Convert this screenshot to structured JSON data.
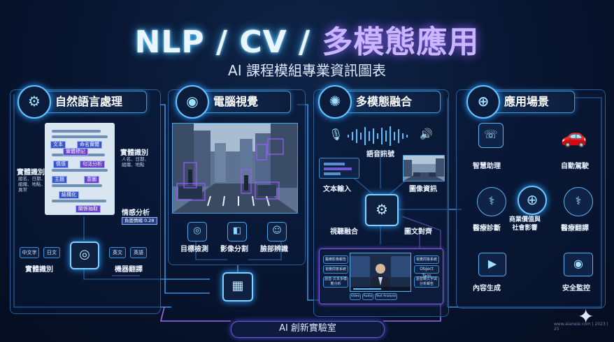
{
  "header": {
    "title_en": "NLP / CV / ",
    "title_cn": "多模態應用",
    "subtitle": "AI 課程模組專業資訊圖表"
  },
  "sections": {
    "nlp": {
      "title": "自然語言處理",
      "tags": [
        "文本",
        "命名實體",
        "實體標記",
        "情感",
        "句法分析",
        "主題",
        "意圖",
        "結構化",
        "關係抽取"
      ],
      "entity_right_title": "實體識別",
      "entity_right_desc": "人名、日期、\n組織、地點",
      "entity_left_title": "實體識別",
      "entity_left_desc": "組名、日期、\n組織、地點、\n異常",
      "sentiment_title": "情感分析",
      "sentiment_badge": "負面情緒 0.28",
      "bottom_left_a": "中文字",
      "bottom_left_b": "日文",
      "bottom_right_a": "英文",
      "bottom_right_b": "英語",
      "label_entity": "實體識別",
      "label_translate": "機器翻譯"
    },
    "cv": {
      "title": "電腦視覺",
      "labels": [
        "目標檢測",
        "影像分割",
        "臉部辨識"
      ]
    },
    "mm": {
      "title": "多模態融合",
      "voice_label": "語音訊號",
      "text_label": "文本輸入",
      "image_label": "圖像資訊",
      "av_label": "視聽融合",
      "it_label": "圖文對齊",
      "video_left": [
        "醫療影像報告",
        "視覺問答系統",
        "語音-文本多模態分析"
      ],
      "video_right": [
        "視覺問答系統",
        "Object Tags",
        "語音轉文字與分析報告"
      ],
      "video_bottom": [
        "Video",
        "Audio",
        "Text Analysis"
      ]
    },
    "apps": {
      "title": "應用場景",
      "items": [
        "智慧助理",
        "自動駕駛",
        "醫療診斷",
        "商業價值與\n社會影響",
        "醫療翻譯",
        "內容生成",
        "安全監控"
      ]
    }
  },
  "footer": {
    "label": "AI 創新實驗室",
    "credit": "www.aianeie.com | 2023 | 25"
  }
}
